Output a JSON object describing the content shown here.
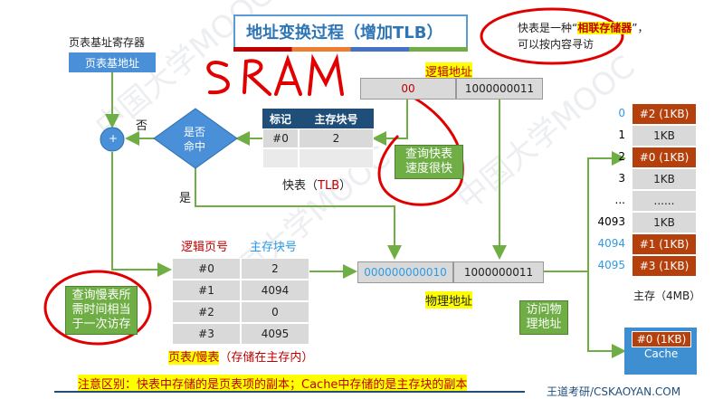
{
  "title": "地址变换过程（增加TLB）",
  "sram_note": "SRAM",
  "callout": {
    "prefix": "快表是一种“",
    "highlight": "相联存储器",
    "suffix": "”，",
    "line2": "可以按内容寻访"
  },
  "page_table_register": {
    "label": "页表基址寄存器",
    "value": "页表基地址"
  },
  "adder": "+",
  "decision": {
    "text_line1": "是否",
    "text_line2": "命中",
    "no": "否",
    "yes": "是"
  },
  "tlb": {
    "headers": [
      "标记",
      "主存块号"
    ],
    "rows": [
      [
        "#0",
        "2"
      ],
      [
        "",
        ""
      ]
    ],
    "caption_prefix": "快表（",
    "caption_tlb": "TLB",
    "caption_suffix": "）"
  },
  "logical_address": {
    "label": "逻辑地址",
    "page": "00",
    "offset": "1000000011"
  },
  "tlb_note": {
    "line1": "查询快表",
    "line2": "速度很快"
  },
  "page_table": {
    "headers": [
      "逻辑页号",
      "主存块号"
    ],
    "rows": [
      [
        "#0",
        "2"
      ],
      [
        "#1",
        "4094"
      ],
      [
        "#2",
        "0"
      ],
      [
        "#3",
        "4095"
      ]
    ],
    "caption_a": "页表/慢表",
    "caption_b": "（存储在主存内）"
  },
  "slow_note": {
    "line1": "查询慢表所",
    "line2": "需时间相当",
    "line3": "于一次访存"
  },
  "physical_address": {
    "label": "物理地址",
    "frame": "000000000010",
    "offset": "1000000011"
  },
  "access_note": {
    "line1": "访问物",
    "line2": "理地址"
  },
  "main_memory": {
    "label": "主存（4MB）",
    "rows": [
      {
        "index": "0",
        "value": "#2 (1KB)",
        "highlight": true,
        "blue_index": true
      },
      {
        "index": "1",
        "value": "1KB",
        "highlight": false,
        "blue_index": false
      },
      {
        "index": "2",
        "value": "#0 (1KB)",
        "highlight": true,
        "blue_index": false
      },
      {
        "index": "3",
        "value": "1KB",
        "highlight": false,
        "blue_index": false
      },
      {
        "index": "...",
        "value": "......",
        "highlight": false,
        "blue_index": false
      },
      {
        "index": "4093",
        "value": "1KB",
        "highlight": false,
        "blue_index": false
      },
      {
        "index": "4094",
        "value": "#1 (1KB)",
        "highlight": true,
        "blue_index": true
      },
      {
        "index": "4095",
        "value": "#3 (1KB)",
        "highlight": true,
        "blue_index": true
      }
    ]
  },
  "cache": {
    "block": "#0 (1KB)",
    "label": "Cache"
  },
  "footer_note": "注意区别：快表中存储的是页表项的副本；Cache中存储的是主存块的副本",
  "brand": "王道考研/CSKAOYAN.COM",
  "watermark": "中国大学MOOC",
  "colors": {
    "blue": "#4a90d9",
    "red": "#c0000c",
    "green": "#6fae45",
    "brown": "#b5400c",
    "yellow": "#ffff00"
  }
}
